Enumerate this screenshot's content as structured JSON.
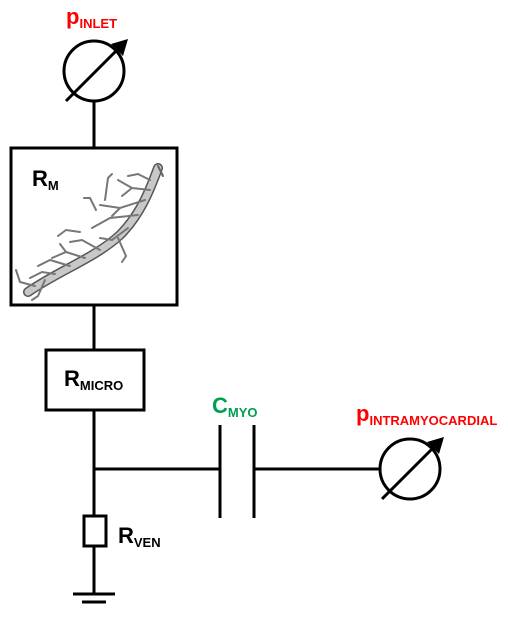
{
  "colors": {
    "line": "#000000",
    "pressure_label": "#ff0000",
    "capacitor_label": "#00a050",
    "vessel": "#b8b8b8"
  },
  "labels": {
    "p_inlet": {
      "main": "p",
      "sub": "INLET"
    },
    "r_m": {
      "main": "R",
      "sub": "M"
    },
    "r_micro": {
      "main": "R",
      "sub": "MICRO"
    },
    "c_myo": {
      "main": "C",
      "sub": "MYO"
    },
    "p_intramyocardial": {
      "main": "p",
      "sub": "INTRAMYOCARDIAL"
    },
    "r_ven": {
      "main": "R",
      "sub": "VEN"
    }
  },
  "icons": {
    "pressure_source": "variable-pressure-source-icon",
    "vessel_tree": "coronary-vessel-tree-icon",
    "ground": "ground-icon"
  }
}
